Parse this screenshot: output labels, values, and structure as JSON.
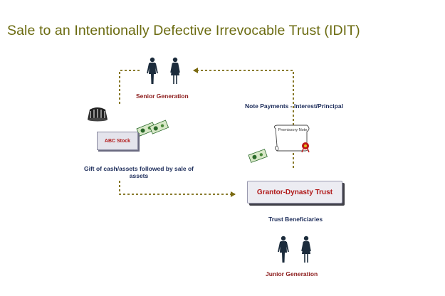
{
  "title": "Sale to an Intentionally Defective Irrevocable Trust (IDIT)",
  "labels": {
    "senior_generation": "Senior Generation",
    "note_payments": "Note Payments - Interest/Principal",
    "abc_stock": "ABC Stock",
    "gift_description": "Gift of cash/assets followed by sale of assets",
    "promissory_note": "Promissory Note",
    "grantor_trust": "Grantor-Dynasty Trust",
    "trust_beneficiaries": "Trust Beneficiaries",
    "junior_generation": "Junior Generation"
  },
  "colors": {
    "title": "#6b6b10",
    "arrow": "#7a6a10",
    "label_red": "#8b1a1a",
    "label_navy": "#1c2c5a",
    "trust_text": "#b01818"
  },
  "icons": [
    "man-icon",
    "woman-icon",
    "safe-icon",
    "cash-icon",
    "promissory-note-icon",
    "seal-icon"
  ]
}
